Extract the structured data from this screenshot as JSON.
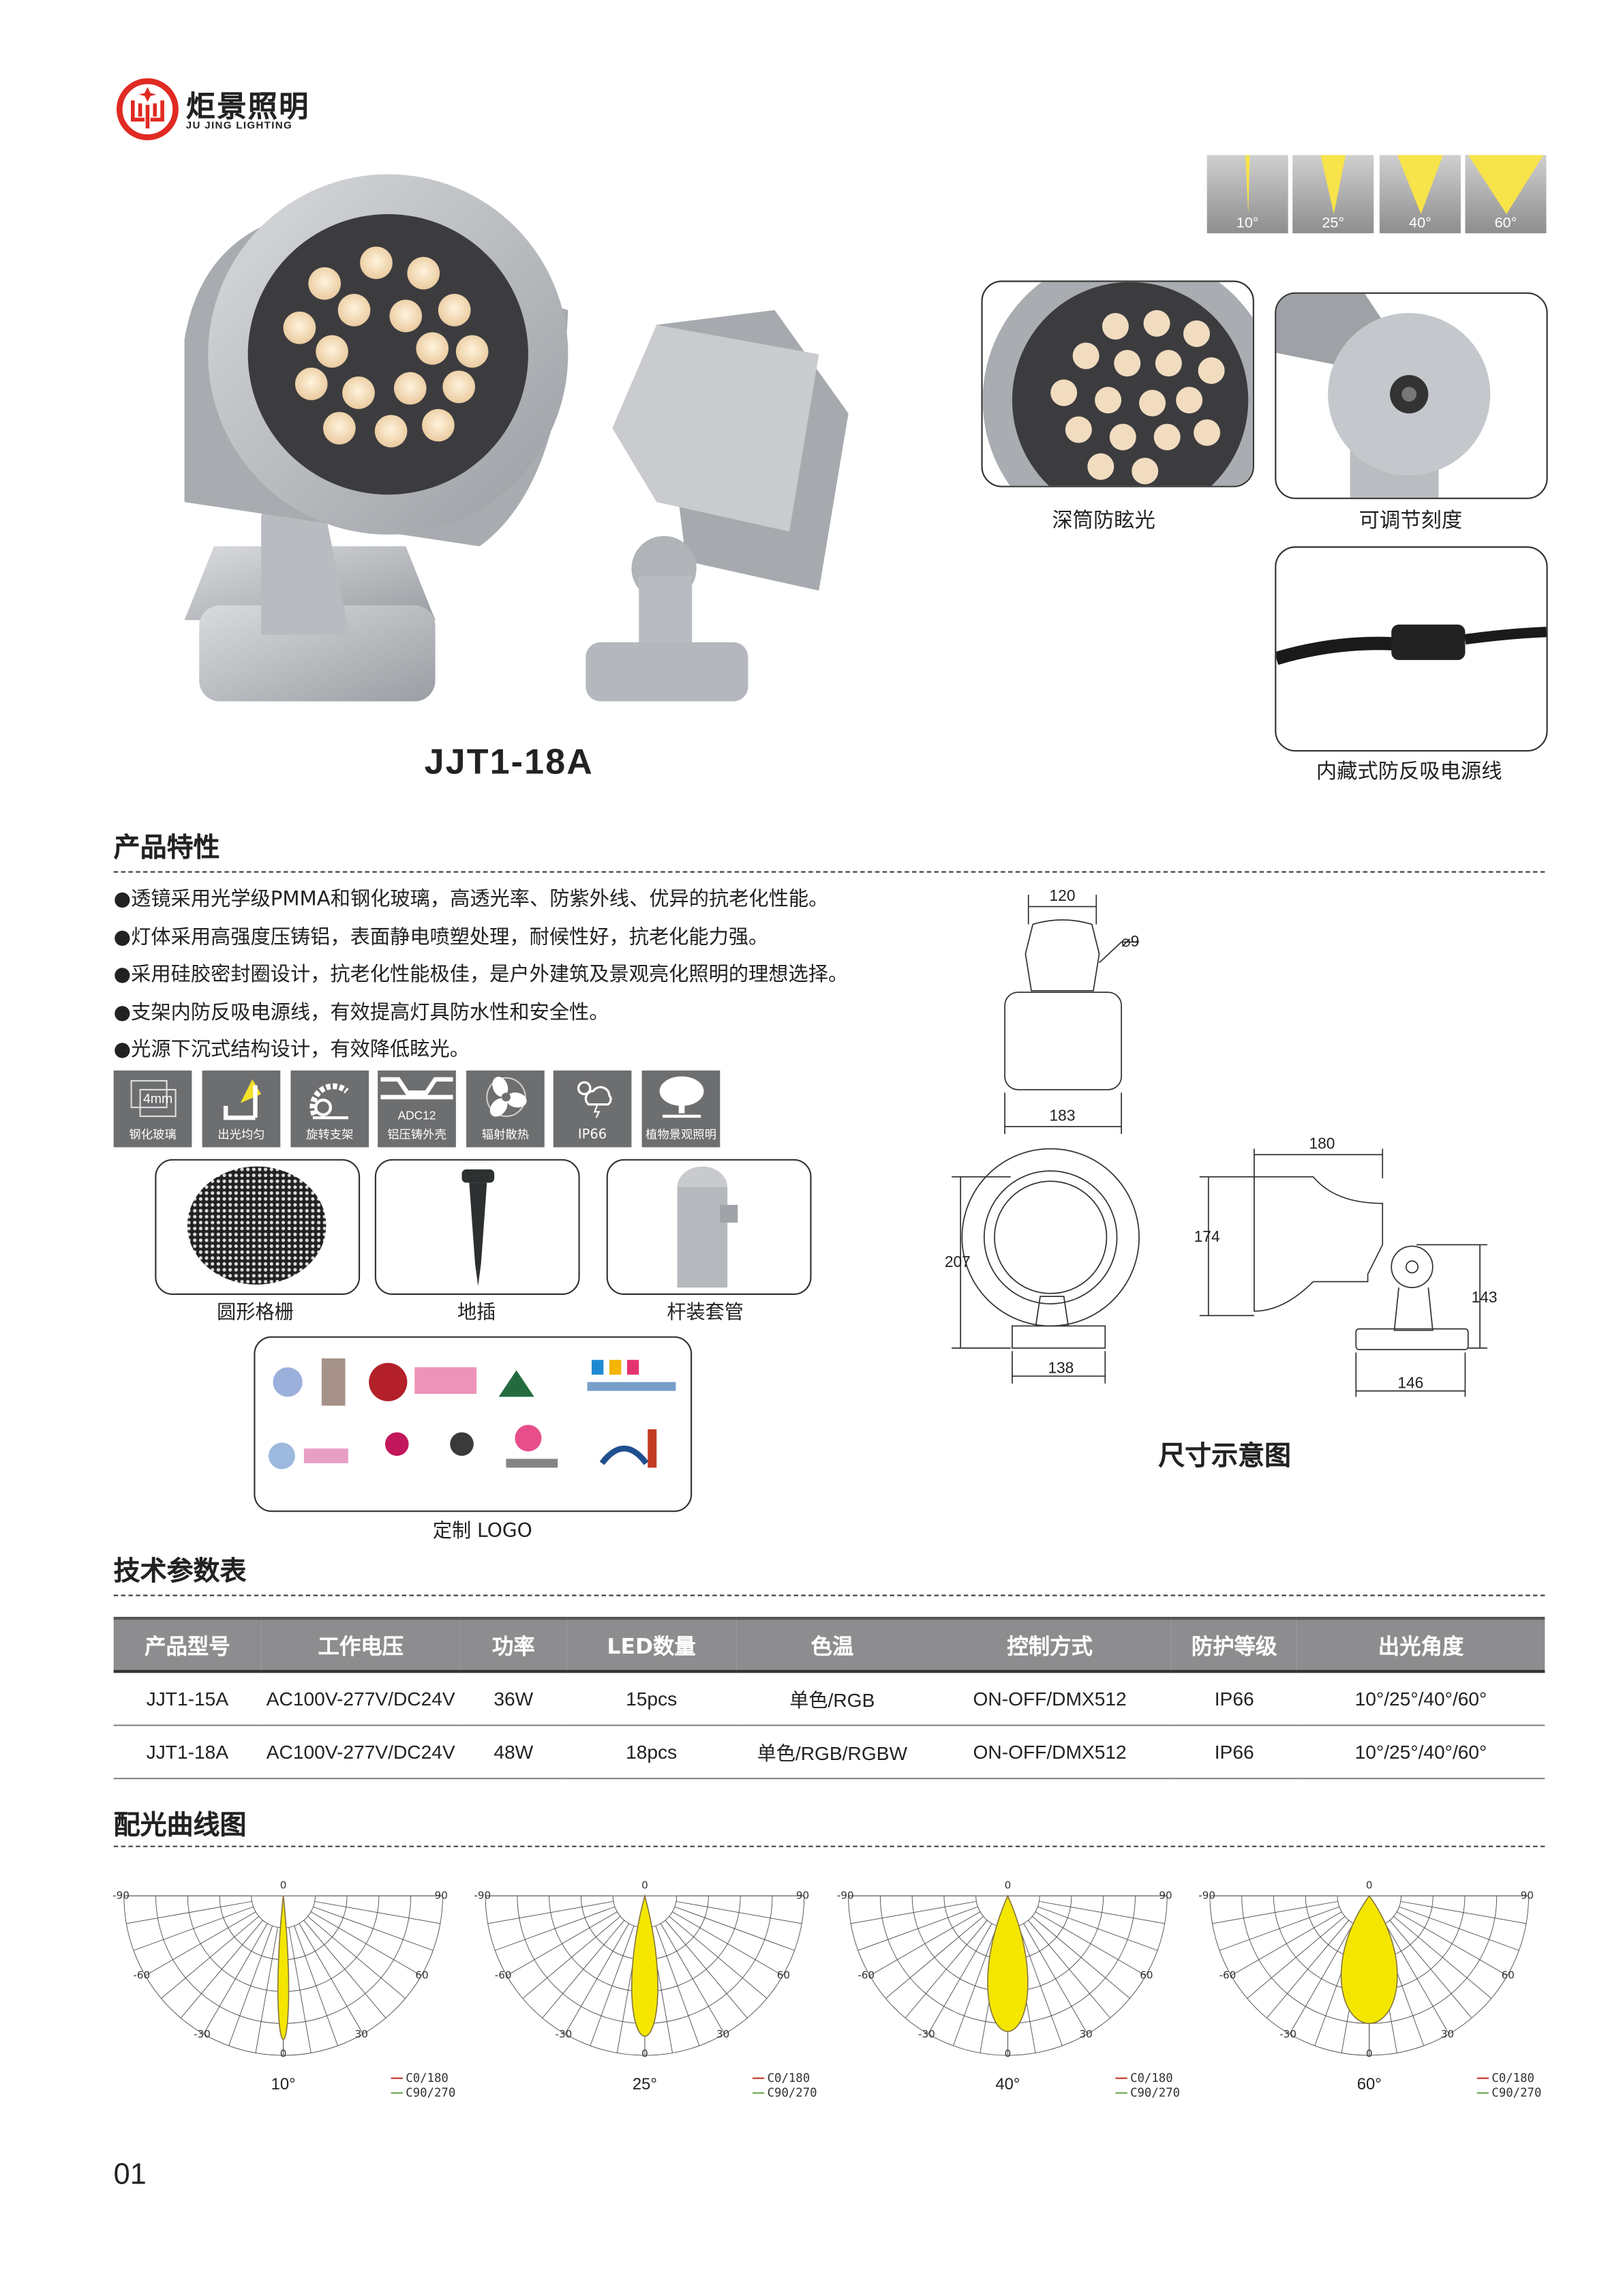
{
  "brand": {
    "name_cn": "炬景照明",
    "name_en": "JU JING LIGHTING",
    "red": "#e02a22"
  },
  "beam_angles": [
    "10°",
    "25°",
    "40°",
    "60°"
  ],
  "product": {
    "model": "JJT1-18A"
  },
  "details": [
    {
      "caption": "深筒防眩光"
    },
    {
      "caption": "可调节刻度"
    },
    {
      "caption": "内藏式防反吸电源线"
    }
  ],
  "features": {
    "title": "产品特性",
    "bullets": [
      "●透镜采用光学级PMMA和钢化玻璃，高透光率、防紫外线、优异的抗老化性能。",
      "●灯体采用高强度压铸铝，表面静电喷塑处理，耐候性好，抗老化能力强。",
      "●采用硅胶密封圈设计，抗老化性能极佳，是户外建筑及景观亮化照明的理想选择。",
      "●支架内防反吸电源线，有效提高灯具防水性和安全性。",
      "●光源下沉式结构设计，有效降低眩光。"
    ],
    "icons": [
      {
        "label": "钢化玻璃",
        "glyph": "4mm"
      },
      {
        "label": "出光均匀",
        "glyph": ""
      },
      {
        "label": "旋转支架",
        "glyph": ""
      },
      {
        "label": "铝压铸外壳",
        "glyph": "ADC12"
      },
      {
        "label": "辐射散热",
        "glyph": ""
      },
      {
        "label": "IP66",
        "glyph": ""
      },
      {
        "label": "植物景观照明",
        "glyph": ""
      }
    ],
    "accessories": [
      "圆形格栅",
      "地插",
      "杆装套管"
    ],
    "custom_logo": "定制 LOGO"
  },
  "dimensions": {
    "title": "尺寸示意图",
    "values": {
      "top_width": "120",
      "hole": "⌀9",
      "top_depth": "183",
      "front_height": "207",
      "front_base": "138",
      "side_length": "180",
      "side_head": "174",
      "side_pivot": "143",
      "side_base": "146"
    }
  },
  "spec_table": {
    "title": "技术参数表",
    "headers": [
      "产品型号",
      "工作电压",
      "功率",
      "LED数量",
      "色温",
      "控制方式",
      "防护等级",
      "出光角度"
    ],
    "rows": [
      [
        "JJT1-15A",
        "AC100V-277V/DC24V",
        "36W",
        "15pcs",
        "单色/RGB",
        "ON-OFF/DMX512",
        "IP66",
        "10°/25°/40°/60°"
      ],
      [
        "JJT1-18A",
        "AC100V-277V/DC24V",
        "48W",
        "18pcs",
        "单色/RGB/RGBW",
        "ON-OFF/DMX512",
        "IP66",
        "10°/25°/40°/60°"
      ]
    ]
  },
  "chart_data": {
    "title": "配光曲线图",
    "type": "polar",
    "angle_ticks": [
      "0",
      "-90",
      "90",
      "-60",
      "60",
      "-30",
      "30",
      "0"
    ],
    "legend": [
      "C0/180",
      "C90/270"
    ],
    "legend_colors": [
      "#c0392b",
      "#6aa84f"
    ],
    "fill_color": "#f5e600",
    "radial_range": [
      0,
      1
    ],
    "charts": [
      {
        "label": "10°",
        "beam_angle": 10,
        "peak": 0.9
      },
      {
        "label": "25°",
        "beam_angle": 25,
        "peak": 0.88
      },
      {
        "label": "40°",
        "beam_angle": 40,
        "peak": 0.85
      },
      {
        "label": "60°",
        "beam_angle": 60,
        "peak": 0.8
      }
    ]
  },
  "page_number": "01"
}
